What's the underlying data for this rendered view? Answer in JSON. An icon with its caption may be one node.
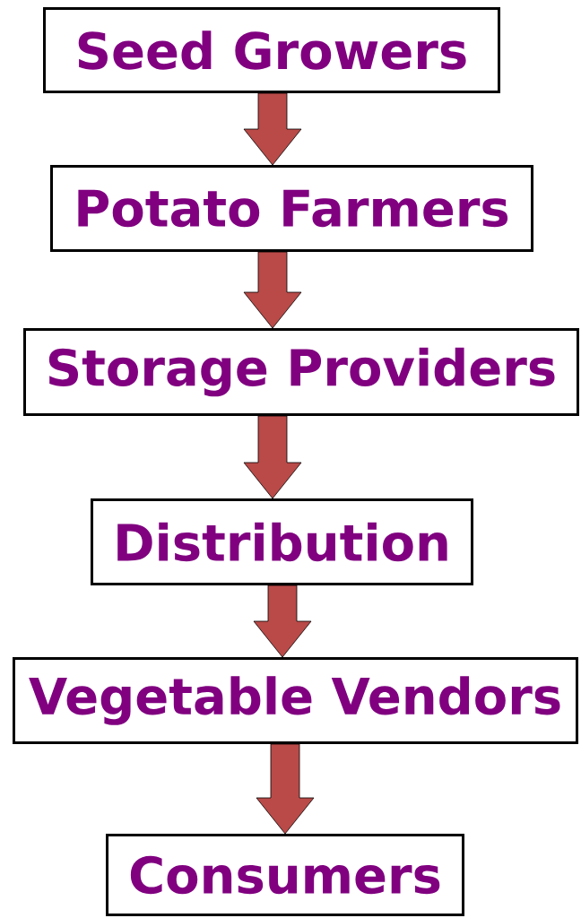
{
  "diagram": {
    "nodes": [
      {
        "text": [
          "Seed Growers"
        ]
      },
      {
        "text": [
          "Potato Farmers"
        ]
      },
      {
        "text": [
          "Storage Providers"
        ]
      },
      {
        "text": [
          "Distribution"
        ]
      },
      {
        "text": [
          "Vegetable Vendors"
        ]
      },
      {
        "text": [
          "Consumers"
        ]
      }
    ],
    "edges": [
      {
        "from": 0,
        "to": 1,
        "arrow": "to"
      },
      {
        "from": 1,
        "to": 2,
        "arrow": "to"
      },
      {
        "from": 2,
        "to": 3,
        "arrow": "to"
      },
      {
        "from": 3,
        "to": 4,
        "arrow": "to"
      },
      {
        "from": 4,
        "to": 5,
        "arrow": "to"
      }
    ]
  }
}
